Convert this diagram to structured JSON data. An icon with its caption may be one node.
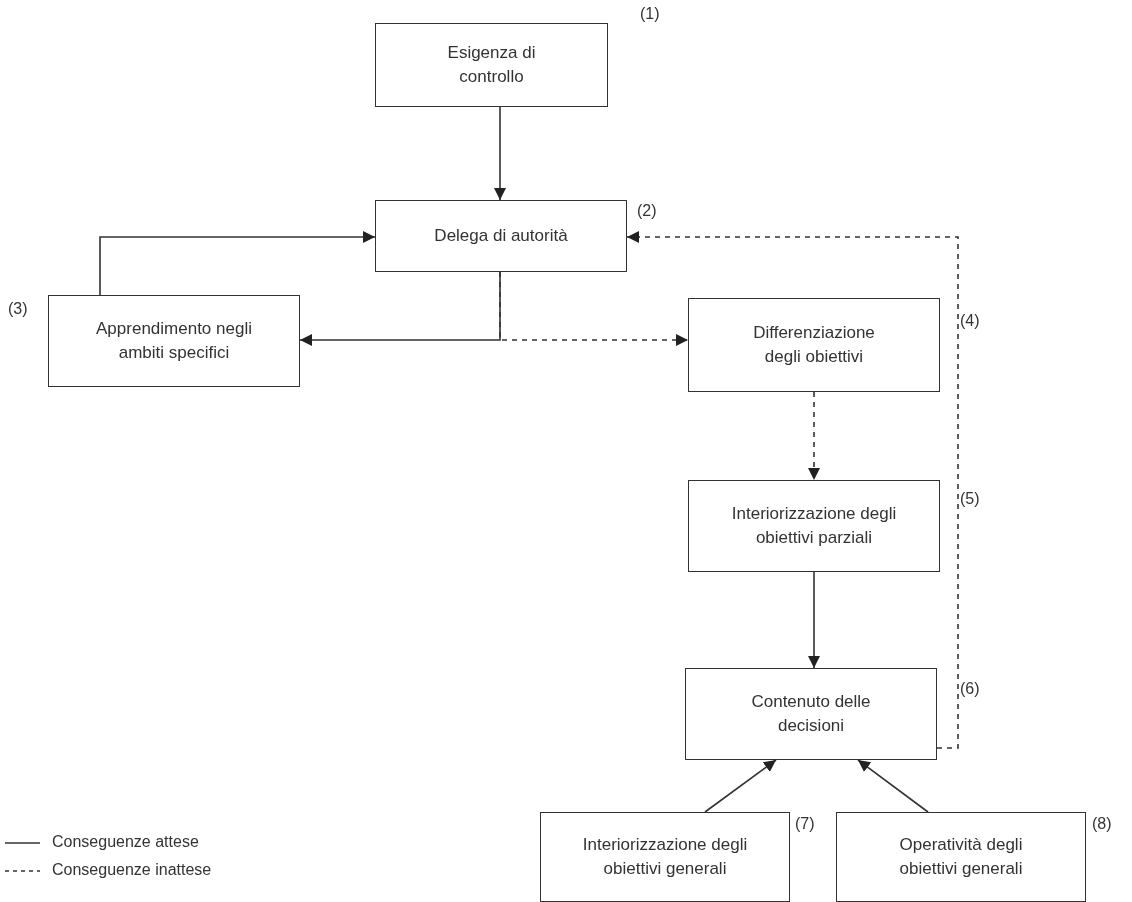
{
  "diagram": {
    "nodes": [
      {
        "text": [
          "Esigenza di controllo"
        ],
        "beside": [
          "(1)"
        ]
      },
      {
        "text": [
          "Delega di autorità"
        ],
        "beside": [
          "(2)"
        ]
      },
      {
        "text": [
          "Apprendimento negli ambiti specifici"
        ],
        "beside": [
          "(3)"
        ]
      },
      {
        "text": [
          "Differenziazione degli obiettivi"
        ],
        "beside": [
          "(4)"
        ]
      },
      {
        "text": [
          "Interiorizzazione degli obiettivi parziali"
        ],
        "beside": [
          "(5)"
        ]
      },
      {
        "text": [
          "Contenuto delle decisioni"
        ],
        "beside": [
          "(6)"
        ]
      },
      {
        "text": [
          "Interiorizzazione degli obiettivi generali"
        ],
        "beside": [
          "(7)"
        ]
      },
      {
        "text": [
          "Operatività degli obiettivi generali"
        ],
        "beside": [
          "(8)"
        ]
      }
    ],
    "edges": [
      {
        "from": 0,
        "to": 1,
        "arrow": "to"
      },
      {
        "from": 1,
        "to": 2,
        "arrow": "to"
      },
      {
        "from": 2,
        "to": 1,
        "arrow": "to"
      },
      {
        "from": 1,
        "to": 3,
        "arrow": "to",
        "style": "dashed"
      },
      {
        "from": 3,
        "to": 4,
        "arrow": "to",
        "style": "dashed"
      },
      {
        "from": 4,
        "to": 5,
        "arrow": "to"
      },
      {
        "from": 5,
        "to": 1,
        "arrow": "to",
        "style": "dashed"
      },
      {
        "from": 6,
        "to": 5,
        "arrow": "to"
      },
      {
        "from": 7,
        "to": 5,
        "arrow": "to"
      }
    ],
    "legend": [
      {
        "text": "Conseguenze attese"
      },
      {
        "text": "Conseguenze inattese"
      }
    ]
  }
}
